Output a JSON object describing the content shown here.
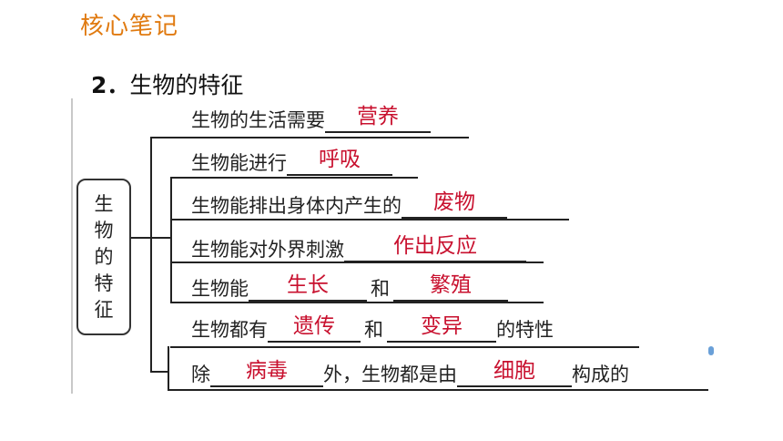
{
  "header": {
    "title": "核心笔记"
  },
  "section": {
    "number": "2．",
    "title": "生物的特征"
  },
  "root": {
    "chars": [
      "生",
      "物",
      "的",
      "特",
      "征"
    ]
  },
  "rows": [
    {
      "pre": "生物的生活需要",
      "ans1": "营养"
    },
    {
      "pre": "生物能进行",
      "ans1": "呼吸"
    },
    {
      "pre": "生物能排出身体内产生的",
      "ans1": "废物"
    },
    {
      "pre": "生物能对外界刺激",
      "ans1": "作出反应"
    },
    {
      "pre": "生物能",
      "ans1": "生长",
      "mid": "和",
      "ans2": "繁殖"
    },
    {
      "pre": "生物都有",
      "ans1": "遗传",
      "mid": "和",
      "ans2": "变异",
      "post": "的特性"
    },
    {
      "pre": "除",
      "ans1": "病毒",
      "mid": "外，生物都是由",
      "ans2": "细胞",
      "post": "构成的"
    }
  ]
}
